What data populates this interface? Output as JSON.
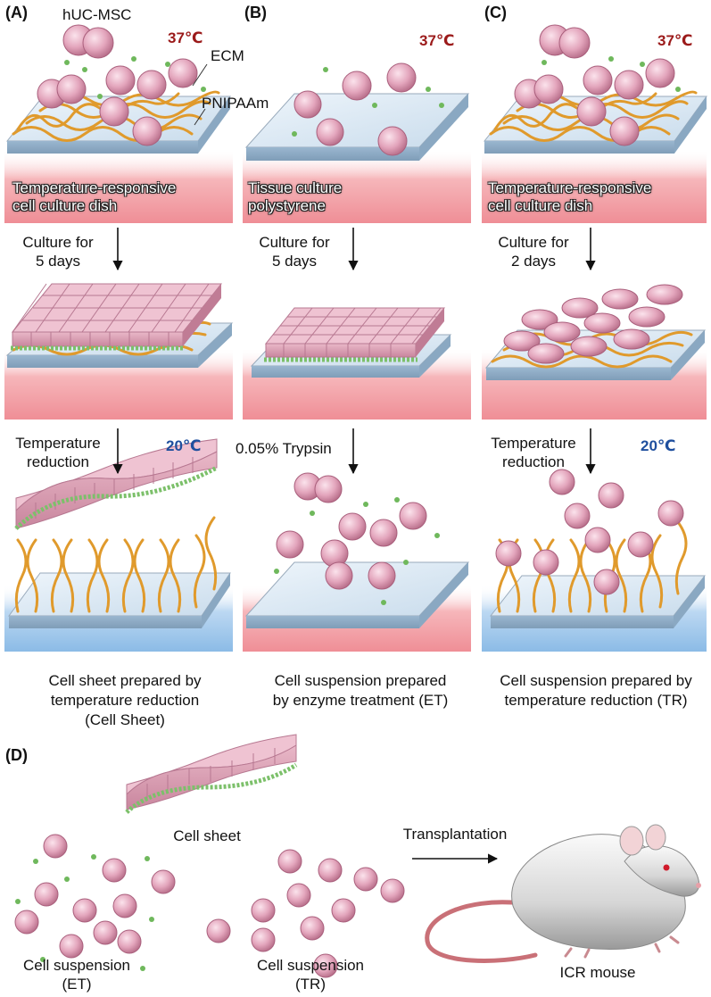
{
  "panels": {
    "a": {
      "label": "(A)",
      "cell_label": "hUC-MSC",
      "ecm_label": "ECM",
      "pnipaam_label": "PNIPAAm",
      "temp_start": "37℃",
      "dish_line1": "Temperature-responsive",
      "dish_line2": "cell culture dish",
      "step1_line1": "Culture for",
      "step1_line2": "5 days",
      "step2_line1": "Temperature",
      "step2_line2": "reduction",
      "temp_end": "20℃",
      "result_line1": "Cell sheet prepared by",
      "result_line2": "temperature reduction",
      "result_line3": "(Cell Sheet)"
    },
    "b": {
      "label": "(B)",
      "temp_start": "37℃",
      "dish_line1": "Tissue culture",
      "dish_line2": "polystyrene",
      "step1_line1": "Culture for",
      "step1_line2": "5 days",
      "step2": "0.05% Trypsin",
      "result_line1": "Cell suspension prepared",
      "result_line2": "by enzyme treatment (ET)"
    },
    "c": {
      "label": "(C)",
      "temp_start": "37℃",
      "dish_line1": "Temperature-responsive",
      "dish_line2": "cell culture dish",
      "step1_line1": "Culture for",
      "step1_line2": "2 days",
      "step2_line1": "Temperature",
      "step2_line2": "reduction",
      "temp_end": "20℃",
      "result_line1": "Cell suspension prepared by",
      "result_line2": "temperature reduction (TR)"
    },
    "d": {
      "label": "(D)",
      "sheet_label": "Cell sheet",
      "et_line1": "Cell suspension",
      "et_line2": "(ET)",
      "tr_line1": "Cell suspension",
      "tr_line2": "(TR)",
      "transplant_label": "Transplantation",
      "mouse_label": "ICR mouse"
    }
  },
  "colors": {
    "warm_stage": "#f4a3a8",
    "cool_stage": "#9ec6ea",
    "cell_pink": "#e3a5bc",
    "fiber_orange": "#e09a2c",
    "ecm_green": "#7cc06a",
    "temp_hot": "#9b1a1a",
    "temp_cold": "#1f4f9e"
  }
}
